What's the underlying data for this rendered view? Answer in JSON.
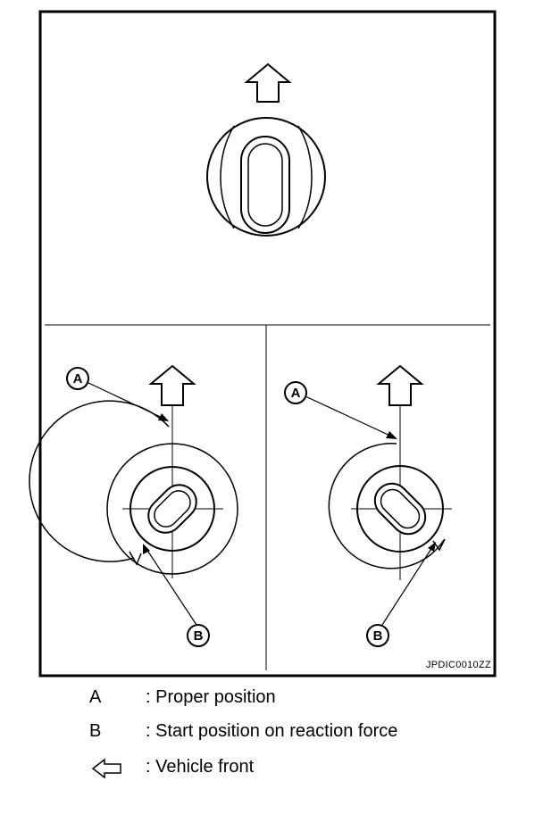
{
  "figure": {
    "ref_code": "JPDIC0010ZZ",
    "callout_a": "A",
    "callout_b": "B",
    "panels": [
      "top-knob-view",
      "bottom-left-knob-detail",
      "bottom-right-knob-detail"
    ],
    "icons": [
      "front-arrow-icon",
      "front-arrow-icon",
      "front-arrow-icon",
      "left-arrow-icon"
    ]
  },
  "legend": [
    {
      "key": "A",
      "desc": ": Proper position"
    },
    {
      "key": "B",
      "desc": ": Start position on reaction force"
    },
    {
      "key": "",
      "desc": ": Vehicle front"
    }
  ],
  "colors": {
    "line": "#000000",
    "background": "#ffffff"
  }
}
